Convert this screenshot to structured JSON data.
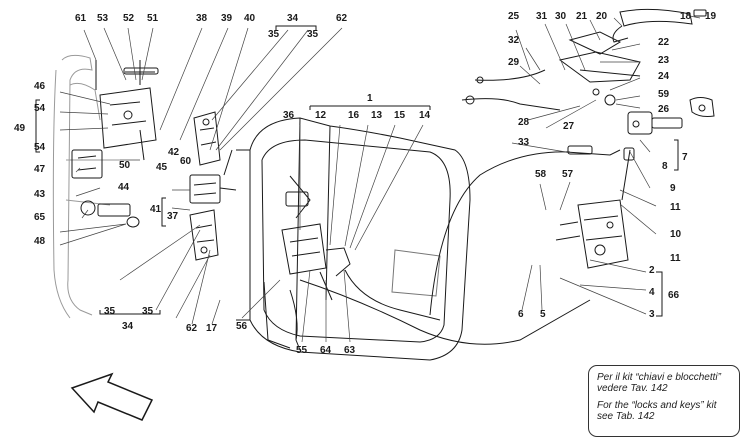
{
  "callouts": [
    {
      "id": "c61",
      "text": "61"
    },
    {
      "id": "c53",
      "text": "53"
    },
    {
      "id": "c52",
      "text": "52"
    },
    {
      "id": "c51",
      "text": "51"
    },
    {
      "id": "c38",
      "text": "38"
    },
    {
      "id": "c39",
      "text": "39"
    },
    {
      "id": "c40",
      "text": "40"
    },
    {
      "id": "c34t",
      "text": "34"
    },
    {
      "id": "c35a",
      "text": "35"
    },
    {
      "id": "c35b",
      "text": "35"
    },
    {
      "id": "c62t",
      "text": "62"
    },
    {
      "id": "c46",
      "text": "46"
    },
    {
      "id": "c54a",
      "text": "54"
    },
    {
      "id": "c49",
      "text": "49"
    },
    {
      "id": "c54b",
      "text": "54"
    },
    {
      "id": "c50",
      "text": "50"
    },
    {
      "id": "c42",
      "text": "42"
    },
    {
      "id": "c60",
      "text": "60"
    },
    {
      "id": "c45",
      "text": "45"
    },
    {
      "id": "c47",
      "text": "47"
    },
    {
      "id": "c44",
      "text": "44"
    },
    {
      "id": "c43",
      "text": "43"
    },
    {
      "id": "c65",
      "text": "65"
    },
    {
      "id": "c48",
      "text": "48"
    },
    {
      "id": "c41",
      "text": "41"
    },
    {
      "id": "c37",
      "text": "37"
    },
    {
      "id": "c1",
      "text": "1"
    },
    {
      "id": "c36",
      "text": "36"
    },
    {
      "id": "c12",
      "text": "12"
    },
    {
      "id": "c16",
      "text": "16"
    },
    {
      "id": "c13",
      "text": "13"
    },
    {
      "id": "c15",
      "text": "15"
    },
    {
      "id": "c14",
      "text": "14"
    },
    {
      "id": "c25",
      "text": "25"
    },
    {
      "id": "c31",
      "text": "31"
    },
    {
      "id": "c30",
      "text": "30"
    },
    {
      "id": "c21",
      "text": "21"
    },
    {
      "id": "c20",
      "text": "20"
    },
    {
      "id": "c18",
      "text": "18"
    },
    {
      "id": "c19",
      "text": "19"
    },
    {
      "id": "c32",
      "text": "32"
    },
    {
      "id": "c22",
      "text": "22"
    },
    {
      "id": "c23",
      "text": "23"
    },
    {
      "id": "c29",
      "text": "29"
    },
    {
      "id": "c24",
      "text": "24"
    },
    {
      "id": "c59",
      "text": "59"
    },
    {
      "id": "c26",
      "text": "26"
    },
    {
      "id": "c28",
      "text": "28"
    },
    {
      "id": "c27",
      "text": "27"
    },
    {
      "id": "c33",
      "text": "33"
    },
    {
      "id": "c8",
      "text": "8"
    },
    {
      "id": "c7",
      "text": "7"
    },
    {
      "id": "c9",
      "text": "9"
    },
    {
      "id": "c58",
      "text": "58"
    },
    {
      "id": "c57",
      "text": "57"
    },
    {
      "id": "c11a",
      "text": "11"
    },
    {
      "id": "c10",
      "text": "10"
    },
    {
      "id": "c11b",
      "text": "11"
    },
    {
      "id": "c2",
      "text": "2"
    },
    {
      "id": "c4",
      "text": "4"
    },
    {
      "id": "c66",
      "text": "66"
    },
    {
      "id": "c3",
      "text": "3"
    },
    {
      "id": "c6",
      "text": "6"
    },
    {
      "id": "c5",
      "text": "5"
    },
    {
      "id": "c35c",
      "text": "35"
    },
    {
      "id": "c35d",
      "text": "35"
    },
    {
      "id": "c34b",
      "text": "34"
    },
    {
      "id": "c62b",
      "text": "62"
    },
    {
      "id": "c17",
      "text": "17"
    },
    {
      "id": "c56",
      "text": "56"
    },
    {
      "id": "c55",
      "text": "55"
    },
    {
      "id": "c64",
      "text": "64"
    },
    {
      "id": "c63",
      "text": "63"
    }
  ],
  "note": {
    "it_line1": "Per il kit “chiavi e blocchetti”",
    "it_line2": "vedere Tav. 142",
    "en_line1": "For the “locks and keys” kit",
    "en_line2": "see Tab. 142"
  },
  "colors": {
    "line": "#1a1a1a",
    "faint": "#9a9a9a",
    "background": "#ffffff"
  },
  "icons": {
    "direction_arrow": "front-direction-arrow-icon"
  }
}
